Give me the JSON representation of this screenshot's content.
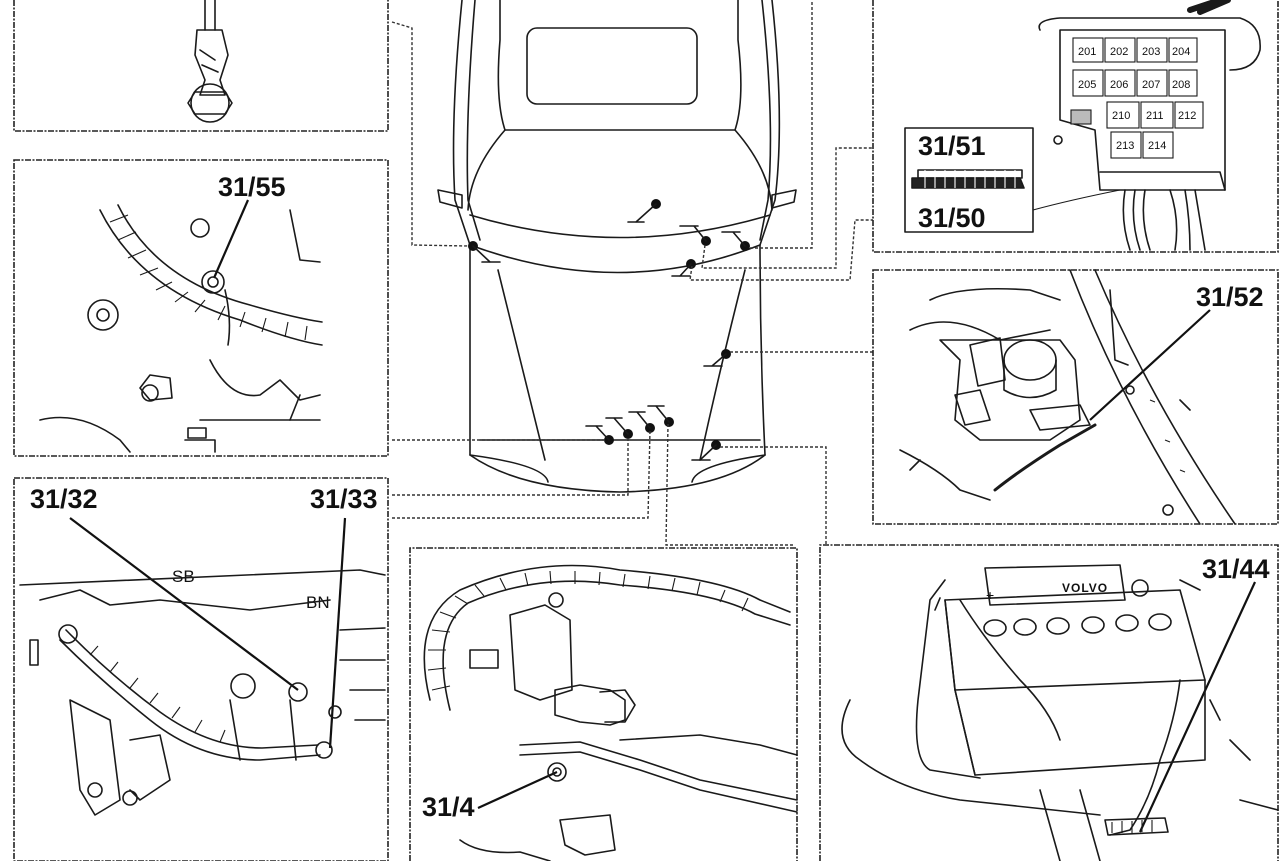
{
  "panels": {
    "p3155": {
      "label": "31/55"
    },
    "p3132": {
      "label_a": "31/32",
      "label_b": "31/33",
      "wire_a": "SB",
      "wire_b": "BN"
    },
    "p314": {
      "label": "31/4"
    },
    "pfuse": {
      "label_a": "31/51",
      "label_b": "31/50",
      "fuses": [
        "201",
        "202",
        "203",
        "204",
        "205",
        "206",
        "207",
        "208",
        "210",
        "211",
        "212",
        "213",
        "214"
      ]
    },
    "p3152": {
      "label": "31/52"
    },
    "p3144": {
      "label": "31/44",
      "battery_brand": "VOLVO"
    }
  },
  "colors": {
    "ink": "#1a1a1a",
    "paper": "#ffffff"
  }
}
